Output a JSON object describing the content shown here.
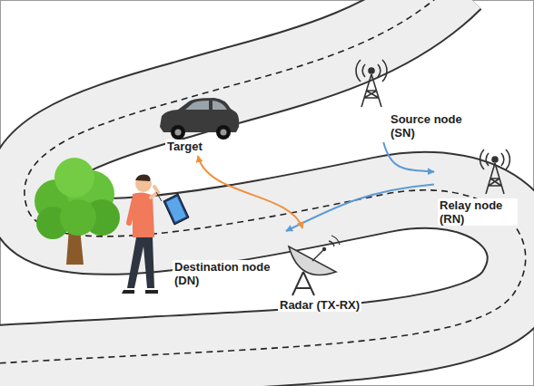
{
  "diagram": {
    "nodes": [
      {
        "text": [
          "Target"
        ]
      },
      {
        "text": [
          "Source node (SN)"
        ]
      },
      {
        "text": [
          "Relay node (RN)"
        ]
      },
      {
        "text": [
          "Destination node (DN)"
        ]
      },
      {
        "text": [
          "Radar (TX-RX)"
        ]
      }
    ],
    "edges": [
      {
        "from": 1,
        "to": 2,
        "arrow": "to"
      },
      {
        "from": 2,
        "to": 3,
        "arrow": "to"
      },
      {
        "from": 0,
        "to": 4,
        "arrow": "both"
      }
    ]
  }
}
